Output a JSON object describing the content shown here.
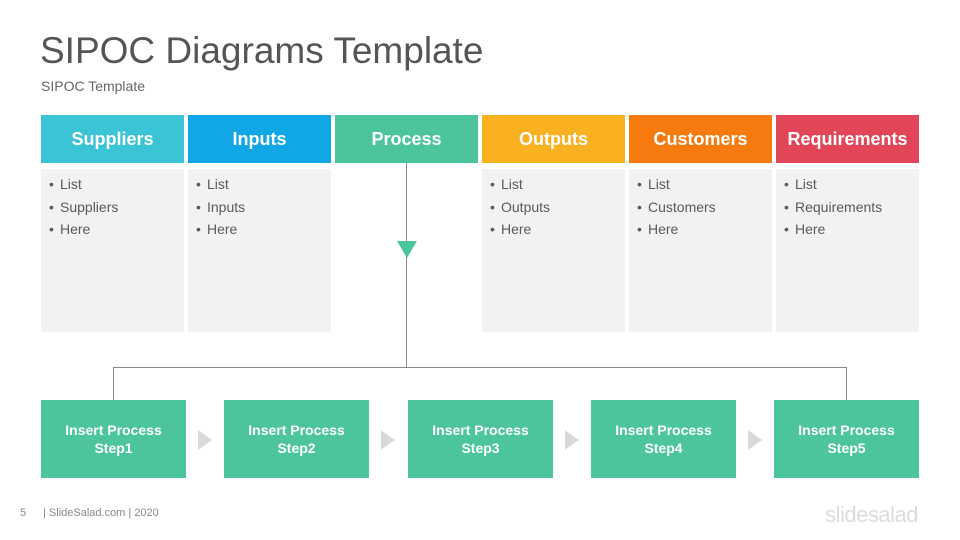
{
  "header": {
    "title": "SIPOC Diagrams Template",
    "subtitle": "SIPOC Template"
  },
  "columns": [
    {
      "label": "Suppliers",
      "color": "#3bc4d6",
      "items": [
        "List",
        "Suppliers",
        "Here"
      ]
    },
    {
      "label": "Inputs",
      "color": "#11a6e6",
      "items": [
        "List",
        "Inputs",
        "Here"
      ]
    },
    {
      "label": "Process",
      "color": "#4cc59c",
      "items": []
    },
    {
      "label": "Outputs",
      "color": "#f9b122",
      "items": [
        "List",
        "Outputs",
        "Here"
      ]
    },
    {
      "label": "Customers",
      "color": "#f77a0f",
      "items": [
        "List",
        "Customers",
        "Here"
      ]
    },
    {
      "label": "Requirements",
      "color": "#e24558",
      "items": [
        "List",
        "Requirements",
        "Here"
      ]
    }
  ],
  "steps": [
    {
      "line1": "Insert Process",
      "line2": "Step1"
    },
    {
      "line1": "Insert Process",
      "line2": "Step2"
    },
    {
      "line1": "Insert Process",
      "line2": "Step3"
    },
    {
      "line1": "Insert Process",
      "line2": "Step4"
    },
    {
      "line1": "Insert Process",
      "line2": "Step5"
    }
  ],
  "footer": {
    "page": "5",
    "text": "| SlideSalad.com | 2020",
    "logo": "slidesalad"
  }
}
